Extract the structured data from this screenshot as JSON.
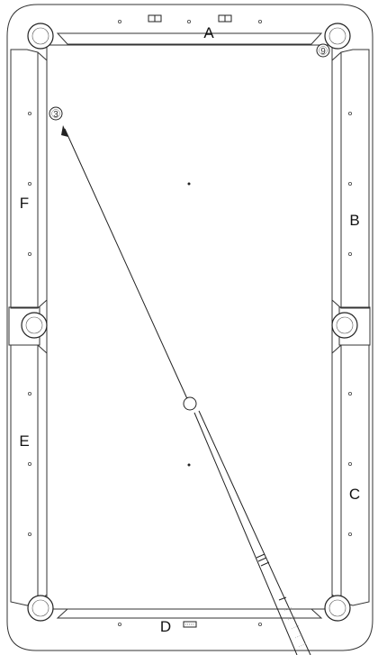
{
  "colors": {
    "line": "#222222",
    "background": "#ffffff",
    "rail_line": "#333333"
  },
  "rails": {
    "top": "A",
    "right_upper": "B",
    "right_lower": "C",
    "bottom": "D",
    "left_lower": "E",
    "left_upper": "F"
  },
  "balls": {
    "object_ball_left": "3",
    "object_ball_corner": "9",
    "cue_ball": ""
  },
  "icons": {
    "diamonds": "diamond-sight-icon",
    "pockets": "pocket-icon",
    "cue": "cue-stick-icon",
    "arrow": "aim-arrow-icon"
  }
}
